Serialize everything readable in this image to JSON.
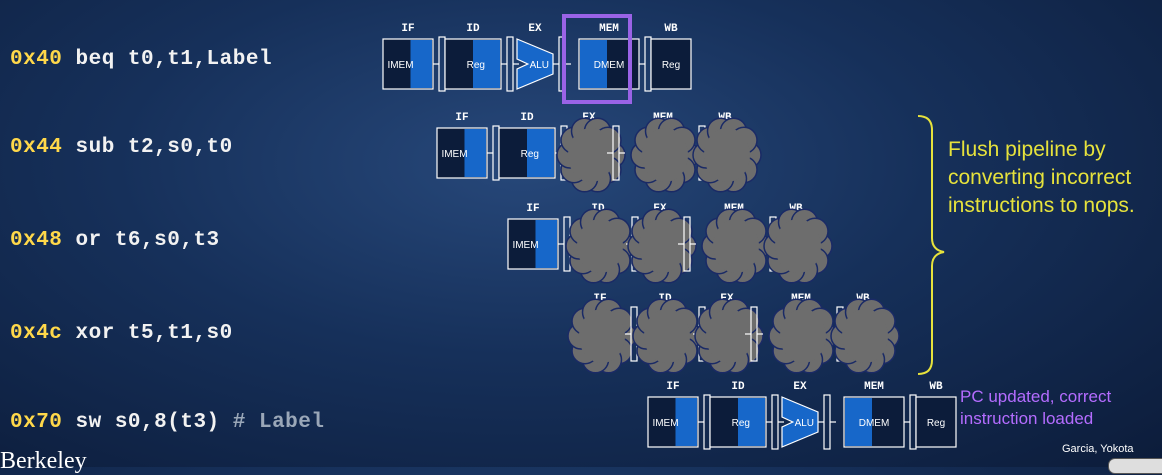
{
  "instructions": [
    {
      "addr": "0x40",
      "text": " beq t0,t1,Label",
      "comment": ""
    },
    {
      "addr": "0x44",
      "text": " sub t2,s0,t0",
      "comment": ""
    },
    {
      "addr": "0x48",
      "text": " or t6,s0,t3",
      "comment": ""
    },
    {
      "addr": "0x4c",
      "text": " xor t5,t1,s0",
      "comment": ""
    },
    {
      "addr": "0x70",
      "text": " sw s0,8(t3)",
      "comment": " # Label"
    }
  ],
  "stages": [
    "IF",
    "ID",
    "EX",
    "MEM",
    "WB"
  ],
  "units": {
    "imem": "IMEM",
    "reg": "Reg",
    "alu": "ALU",
    "dmem": "DMEM"
  },
  "flush_note": "Flush pipeline by converting incorrect instructions to nops.",
  "pc_note": "PC updated, correct instruction loaded",
  "credit": "Garcia, Yokota",
  "logo_text": "Berkeley",
  "colors": {
    "accent_blue": "#1767c9",
    "highlight_purple": "#9a63e6",
    "note_yellow": "#e6e23c",
    "note_purple": "#b46cff",
    "address_yellow": "#ffd84a",
    "bubble_gray": "#6d6d6d"
  }
}
